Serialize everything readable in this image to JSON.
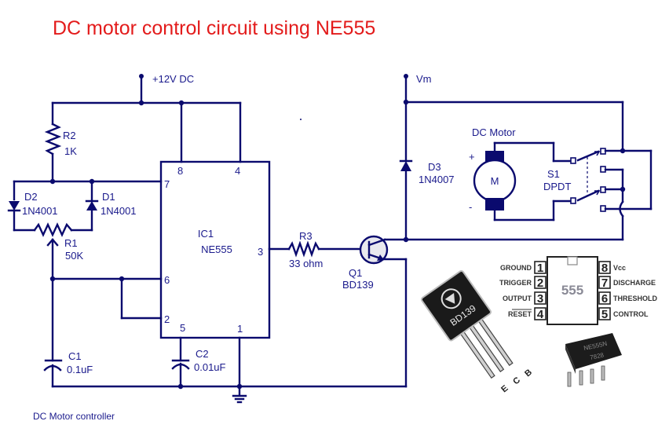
{
  "title": "DC motor control circuit using NE555",
  "caption": "DC Motor controller",
  "colors": {
    "title": "#e31b1b",
    "wire": "#0a0a6e",
    "label": "#1a1a8c"
  },
  "supplies": {
    "vcc": "+12V DC",
    "vm": "Vm"
  },
  "components": {
    "r2": {
      "ref": "R2",
      "value": "1K"
    },
    "r1": {
      "ref": "R1",
      "value": "50K"
    },
    "r3": {
      "ref": "R3",
      "value": "33 ohm"
    },
    "d1": {
      "ref": "D1",
      "value": "1N4001"
    },
    "d2": {
      "ref": "D2",
      "value": "1N4001"
    },
    "d3": {
      "ref": "D3",
      "value": "1N4007"
    },
    "c1": {
      "ref": "C1",
      "value": "0.1uF"
    },
    "c2": {
      "ref": "C2",
      "value": "0.01uF"
    },
    "ic1": {
      "ref": "IC1",
      "value": "NE555",
      "pins": {
        "p1": "1",
        "p2": "2",
        "p3": "3",
        "p4": "4",
        "p5": "5",
        "p6": "6",
        "p7": "7",
        "p8": "8"
      }
    },
    "q1": {
      "ref": "Q1",
      "value": "BD139"
    },
    "motor": {
      "label": "DC Motor",
      "symbol": "M",
      "plus": "+",
      "minus": "-"
    },
    "s1": {
      "ref": "S1",
      "value": "DPDT"
    }
  },
  "pinout_555": {
    "chip_label": "555",
    "left": [
      {
        "num": "1",
        "name": "GROUND"
      },
      {
        "num": "2",
        "name": "TRIGGER"
      },
      {
        "num": "3",
        "name": "OUTPUT"
      },
      {
        "num": "4",
        "name": "RESET"
      }
    ],
    "right": [
      {
        "num": "8",
        "name": "Vcc"
      },
      {
        "num": "7",
        "name": "DISCHARGE"
      },
      {
        "num": "6",
        "name": "THRESHOLD"
      },
      {
        "num": "5",
        "name": "CONTROL"
      }
    ]
  },
  "bd139_photo": {
    "marking": "BD139",
    "leads": [
      "E",
      "C",
      "B"
    ]
  },
  "ne555_photo": {
    "marking_line1": "NE555N",
    "marking_line2": "7828"
  }
}
